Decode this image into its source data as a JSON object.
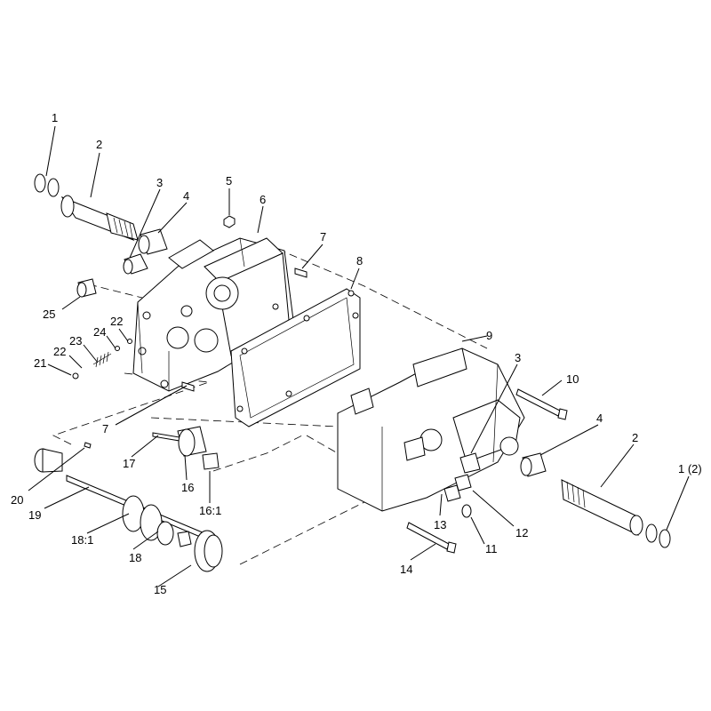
{
  "callouts": [
    {
      "id": "c1",
      "text": "1"
    },
    {
      "id": "c2",
      "text": "2"
    },
    {
      "id": "c3",
      "text": "3"
    },
    {
      "id": "c4",
      "text": "4"
    },
    {
      "id": "c5",
      "text": "5"
    },
    {
      "id": "c6",
      "text": "6"
    },
    {
      "id": "c7",
      "text": "7"
    },
    {
      "id": "c8",
      "text": "8"
    },
    {
      "id": "c25",
      "text": "25"
    },
    {
      "id": "c22a",
      "text": "22"
    },
    {
      "id": "c24",
      "text": "24"
    },
    {
      "id": "c23",
      "text": "23"
    },
    {
      "id": "c22b",
      "text": "22"
    },
    {
      "id": "c21",
      "text": "21"
    },
    {
      "id": "c9",
      "text": "9"
    },
    {
      "id": "c3b",
      "text": "3"
    },
    {
      "id": "c10",
      "text": "10"
    },
    {
      "id": "c4b",
      "text": "4"
    },
    {
      "id": "c2b",
      "text": "2"
    },
    {
      "id": "c1b",
      "text": "1 (2)"
    },
    {
      "id": "c7b",
      "text": "7"
    },
    {
      "id": "c17",
      "text": "17"
    },
    {
      "id": "c16",
      "text": "16"
    },
    {
      "id": "c161",
      "text": "16:1"
    },
    {
      "id": "c20",
      "text": "20"
    },
    {
      "id": "c19",
      "text": "19"
    },
    {
      "id": "c181",
      "text": "18:1"
    },
    {
      "id": "c18",
      "text": "18"
    },
    {
      "id": "c15",
      "text": "15"
    },
    {
      "id": "c13",
      "text": "13"
    },
    {
      "id": "c12",
      "text": "12"
    },
    {
      "id": "c11",
      "text": "11"
    },
    {
      "id": "c14",
      "text": "14"
    }
  ]
}
